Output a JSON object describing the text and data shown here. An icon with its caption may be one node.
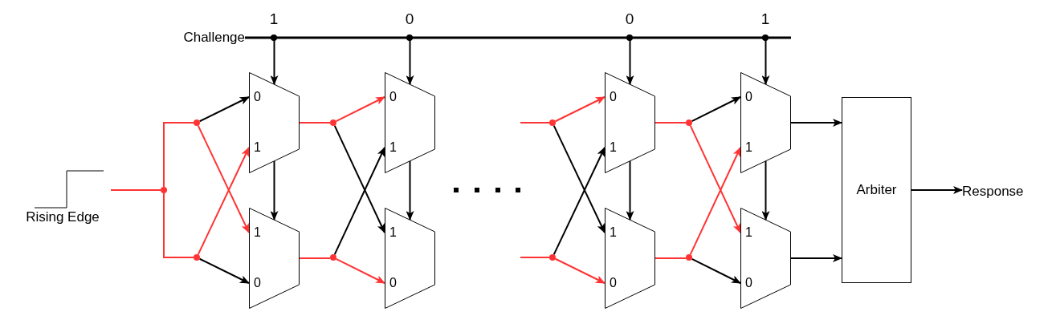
{
  "diagram": {
    "nodes": [
      {
        "text": [
          "Challenge"
        ]
      },
      {
        "text": [
          "Rising Edge"
        ]
      },
      {
        "text": [],
        "shape": "circle"
      },
      {
        "text": [],
        "shape": "circle"
      },
      {
        "text": [],
        "shape": "circle"
      },
      {
        "text": [
          "0",
          "1"
        ]
      },
      {
        "text": [
          "1",
          "0"
        ]
      },
      {
        "text": [],
        "shape": "circle"
      },
      {
        "text": [],
        "shape": "circle"
      },
      {
        "text": [
          "0",
          "1"
        ]
      },
      {
        "text": [
          "1",
          "0"
        ]
      },
      {
        "text": [],
        "shape": "circle"
      },
      {
        "text": [],
        "shape": "circle"
      },
      {
        "text": [
          "0",
          "1"
        ]
      },
      {
        "text": [
          "1",
          "0"
        ]
      },
      {
        "text": [],
        "shape": "circle"
      },
      {
        "text": [],
        "shape": "circle"
      },
      {
        "text": [
          "0",
          "1"
        ]
      },
      {
        "text": [
          "1",
          "0"
        ]
      },
      {
        "text": [
          "Arbiter"
        ]
      },
      {
        "text": [
          "Response"
        ]
      }
    ],
    "edges": [
      {
        "from": 0,
        "to": 5,
        "arrow": "to"
      },
      {
        "from": 0,
        "to": 9,
        "arrow": "to"
      },
      {
        "from": 0,
        "to": 13,
        "arrow": "to"
      },
      {
        "from": 0,
        "to": 17,
        "arrow": "to"
      },
      {
        "from": 5,
        "to": 6,
        "arrow": "to"
      },
      {
        "from": 9,
        "to": 10,
        "arrow": "to"
      },
      {
        "from": 13,
        "to": 14,
        "arrow": "to"
      },
      {
        "from": 17,
        "to": 18,
        "arrow": "to"
      },
      {
        "from": 1,
        "to": 2,
        "arrow": "none",
        "color": "#ff3333"
      },
      {
        "from": 2,
        "to": 3,
        "arrow": "none",
        "color": "#ff3333"
      },
      {
        "from": 2,
        "to": 4,
        "arrow": "none",
        "color": "#ff3333"
      },
      {
        "from": 3,
        "to": 5,
        "arrow": "to"
      },
      {
        "from": 3,
        "to": 6,
        "arrow": "to",
        "color": "#ff3333"
      },
      {
        "from": 4,
        "to": 5,
        "arrow": "to",
        "color": "#ff3333"
      },
      {
        "from": 4,
        "to": 6,
        "arrow": "to"
      },
      {
        "from": 5,
        "to": 7,
        "arrow": "none",
        "color": "#ff3333"
      },
      {
        "from": 6,
        "to": 8,
        "arrow": "none",
        "color": "#ff3333"
      },
      {
        "from": 7,
        "to": 9,
        "arrow": "to",
        "color": "#ff3333"
      },
      {
        "from": 7,
        "to": 10,
        "arrow": "to"
      },
      {
        "from": 8,
        "to": 9,
        "arrow": "to"
      },
      {
        "from": 8,
        "to": 10,
        "arrow": "to",
        "color": "#ff3333"
      },
      {
        "from": null,
        "to": 11,
        "arrow": "none",
        "color": "#ff3333"
      },
      {
        "from": null,
        "to": 12,
        "arrow": "none",
        "color": "#ff3333"
      },
      {
        "from": 11,
        "to": 13,
        "arrow": "to",
        "color": "#ff3333"
      },
      {
        "from": 11,
        "to": 14,
        "arrow": "to"
      },
      {
        "from": 12,
        "to": 13,
        "arrow": "to"
      },
      {
        "from": 12,
        "to": 14,
        "arrow": "to",
        "color": "#ff3333"
      },
      {
        "from": 13,
        "to": 15,
        "arrow": "none",
        "color": "#ff3333"
      },
      {
        "from": 14,
        "to": 16,
        "arrow": "none",
        "color": "#ff3333"
      },
      {
        "from": 15,
        "to": 17,
        "arrow": "to"
      },
      {
        "from": 15,
        "to": 18,
        "arrow": "to",
        "color": "#ff3333"
      },
      {
        "from": 16,
        "to": 17,
        "arrow": "to",
        "color": "#ff3333"
      },
      {
        "from": 16,
        "to": 18,
        "arrow": "to"
      },
      {
        "from": 17,
        "to": 19,
        "arrow": "to"
      },
      {
        "from": 18,
        "to": 19,
        "arrow": "to"
      },
      {
        "from": 19,
        "to": 20,
        "arrow": "to"
      }
    ],
    "labels": [
      "1",
      "0",
      "0",
      "1"
    ]
  }
}
